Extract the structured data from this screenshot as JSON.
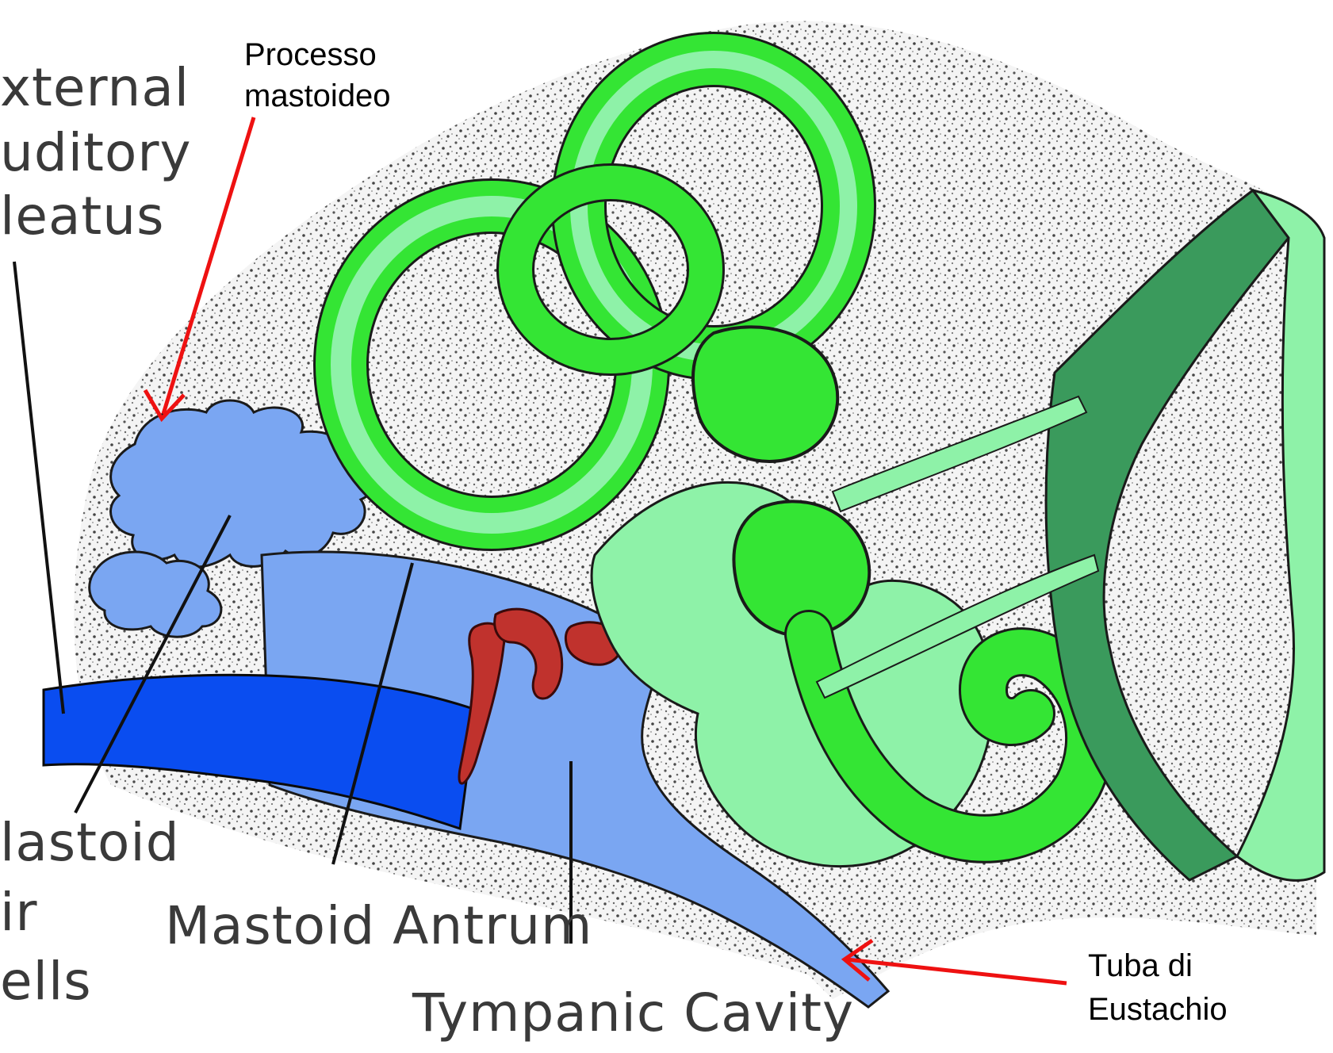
{
  "labels": {
    "external_auditory_meatus": [
      "xternal",
      "uditory",
      "leatus"
    ],
    "mastoid_air_cells": [
      "lastoid",
      "ir",
      "ells"
    ],
    "mastoid_antrum": "Mastoid Antrum",
    "tympanic_cavity": "Tympanic Cavity",
    "processo_mastoideo": [
      "Processo",
      "mastoideo"
    ],
    "tuba_di_eustachio": [
      "Tuba di",
      "Eustachio"
    ]
  },
  "colors": {
    "bone_stipple": "#4a4a4a",
    "meatus_blue": "#0a4df0",
    "air_blue": "#7aa6f2",
    "ossicle_red": "#c0322d",
    "labyrinth_green": "#34e534",
    "perilymph_light_green": "#8ef2a8",
    "nerve_dark_green": "#3a9a5c",
    "arrow_red": "#ee1111"
  }
}
